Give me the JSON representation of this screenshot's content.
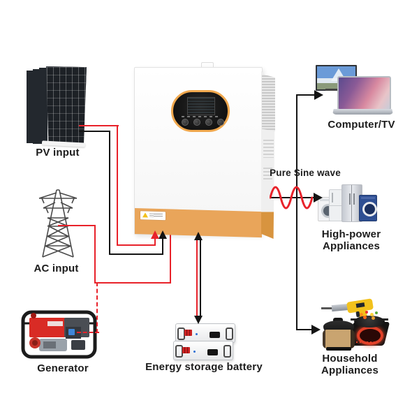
{
  "diagram": {
    "colors": {
      "wire_red": "#e8222a",
      "wire_black": "#141414",
      "accent_orange": "#e9a55a",
      "accent_orange_dark": "#d8943f",
      "display_ring": "#f0a84e",
      "appliance_blue": "#2e4f93",
      "drill_yellow": "#f2c11c",
      "generator_red": "#d92b25"
    },
    "nodes": {
      "pv_input": {
        "label": "PV input",
        "icon": "solar-panel"
      },
      "ac_input": {
        "label": "AC input",
        "icon": "transmission-tower"
      },
      "generator": {
        "label": "Generator",
        "icon": "portable-generator"
      },
      "energy_storage_battery": {
        "label": "Energy storage battery",
        "icon": "rack-battery-modules"
      },
      "computer_tv": {
        "label": "Computer/TV",
        "icon": "tv-and-laptop"
      },
      "high_power_appliances": {
        "line1": "High-power",
        "line2": "Appliances",
        "icon": "washer-and-fridges"
      },
      "household_appliances": {
        "line1": "Household",
        "line2": "Appliances",
        "icon": "drill-cooker-induction"
      },
      "inverter": {
        "icon": "hybrid-inverter"
      }
    },
    "annotations": {
      "pure_sine_wave": "Pure Sine wave"
    }
  }
}
